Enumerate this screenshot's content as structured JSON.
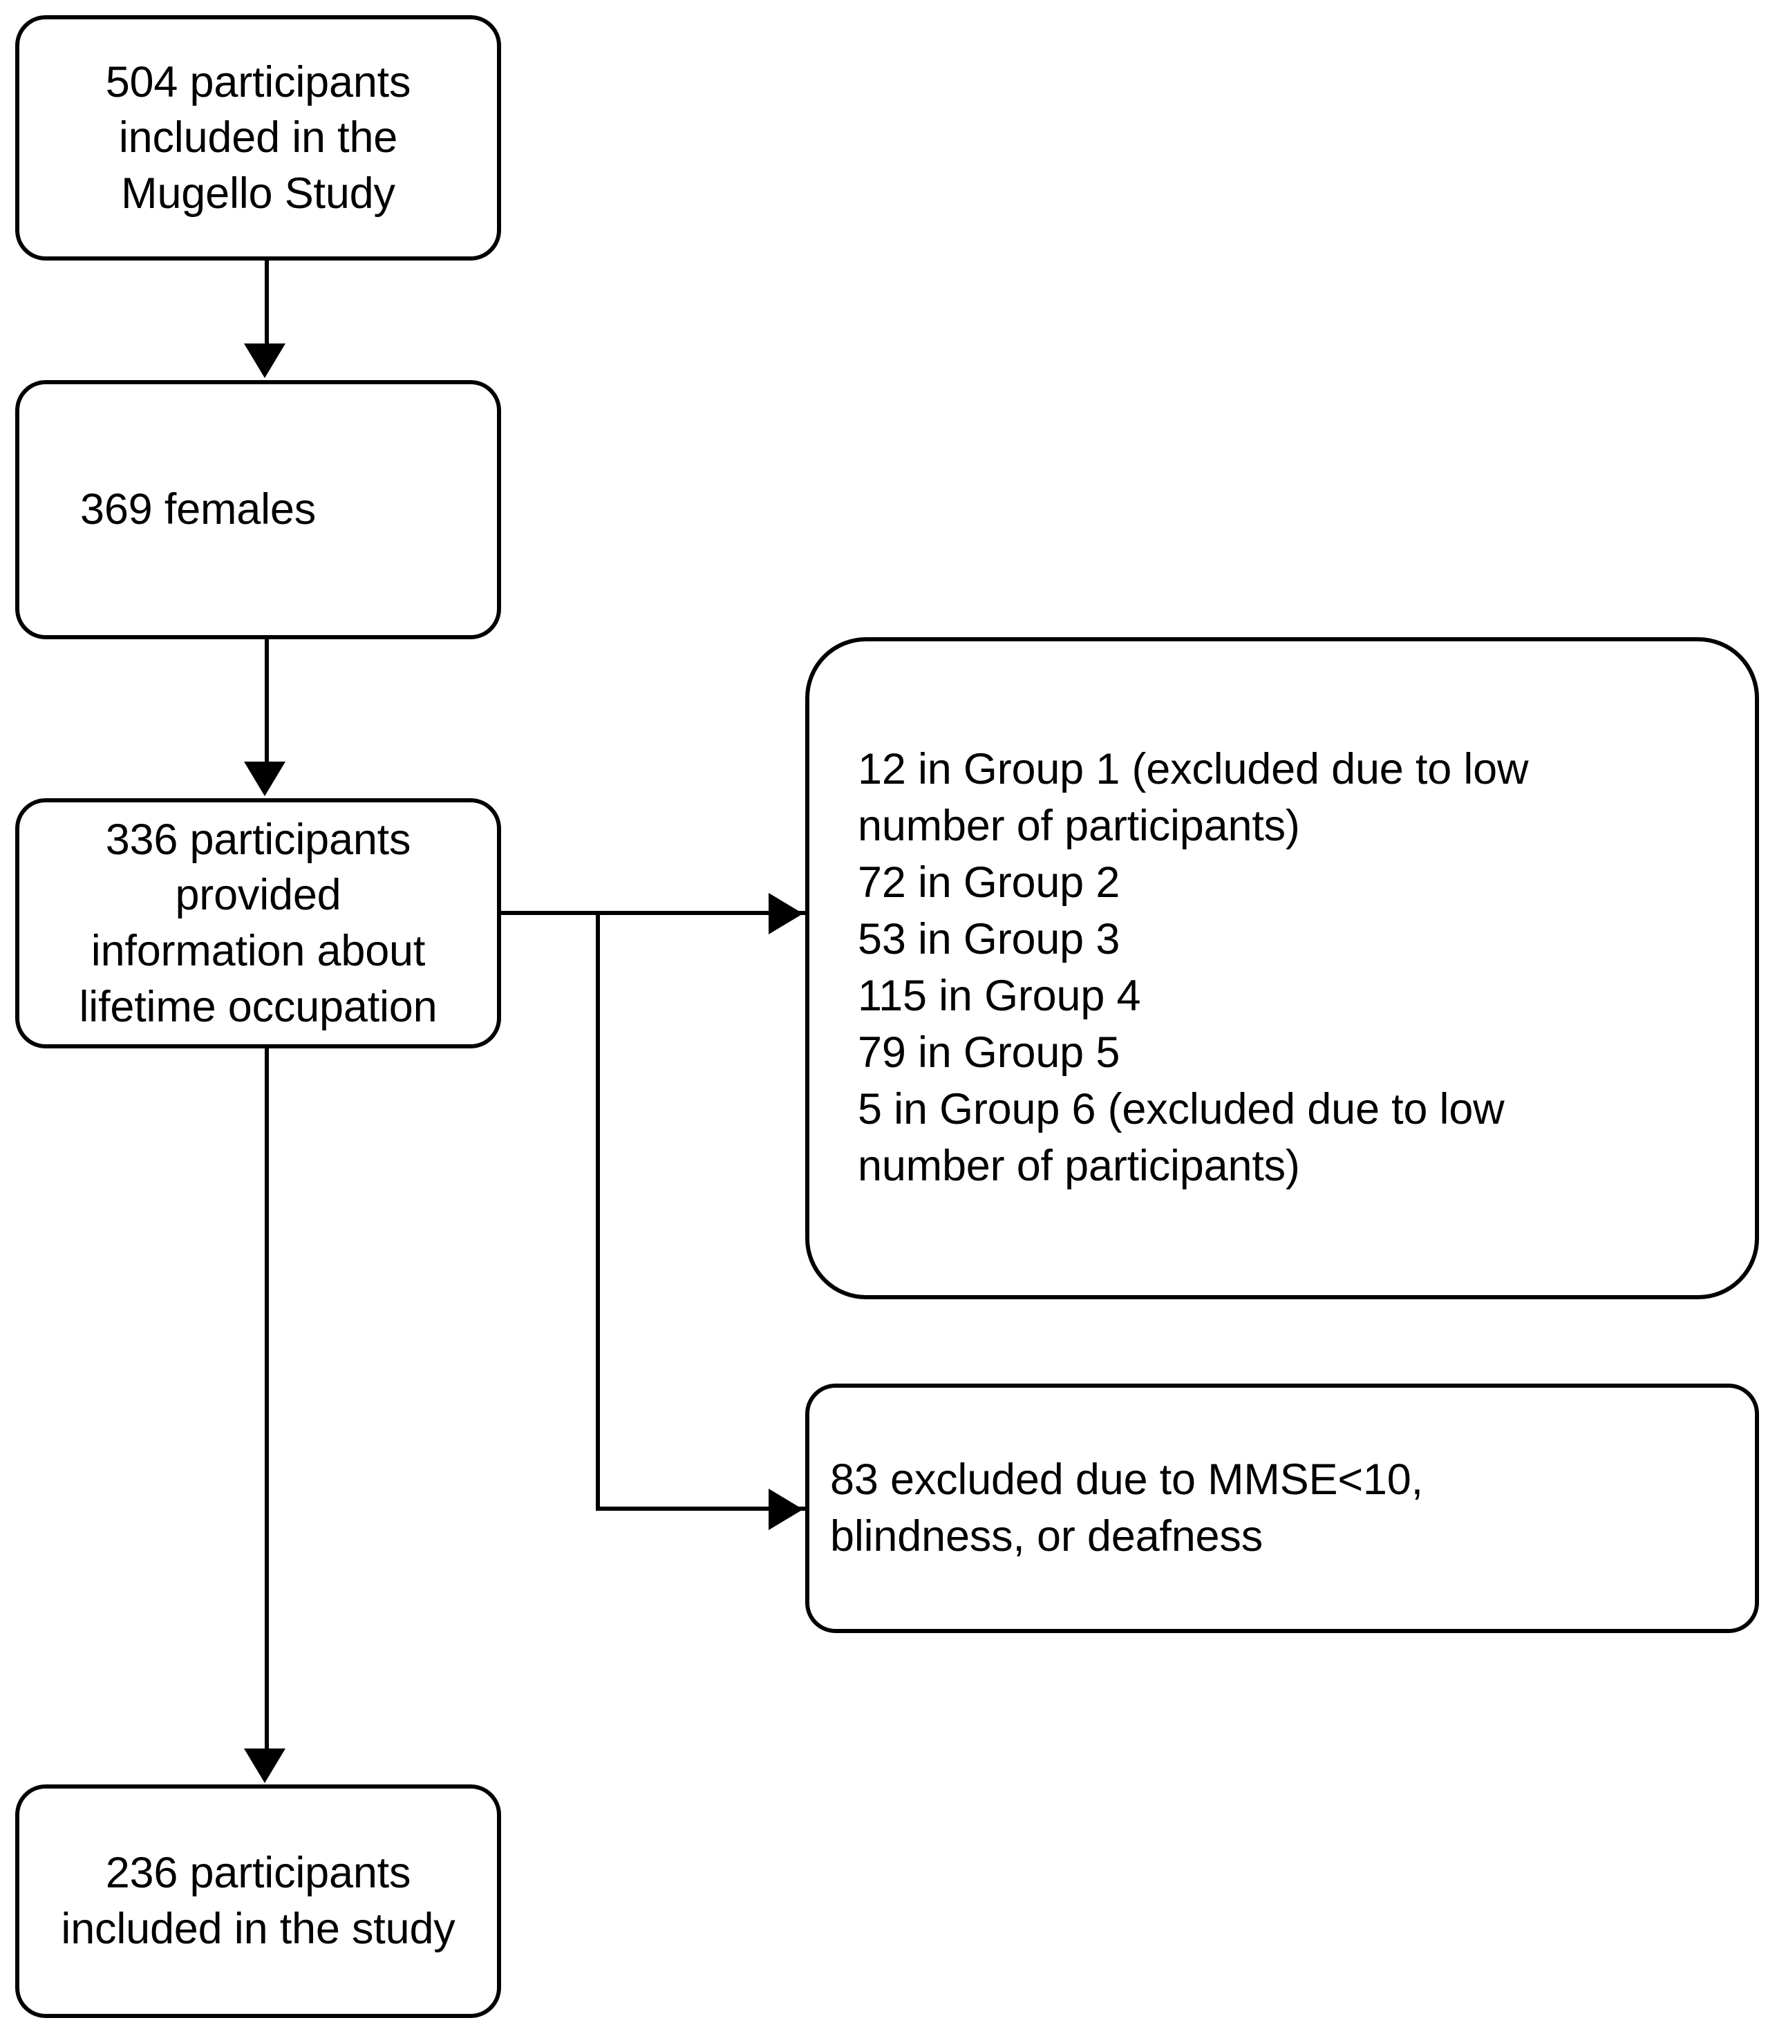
{
  "diagram": {
    "title": "Participant flow diagram",
    "line_color": "#000000",
    "box_fill": "#ffffff",
    "text_color": "#000000"
  },
  "nodes": {
    "enrolled": {
      "id": "enrolled",
      "text": "504 participants\ninvaluded in the\nMugello Study",
      "text_clean": "504 participants\nincluded in the\nMugello Study",
      "count": 504
    },
    "females": {
      "id": "females",
      "text": "369 females",
      "count": 369
    },
    "occupation": {
      "id": "occupation",
      "text": "336 participants\nprovided\ninformation about\nlifetime occupation",
      "count": 336
    },
    "groups": {
      "id": "groups",
      "text": "12 in Group 1 (excluded due to low\nnumber of participants)\n72 in Group 2\n53 in Group 3\n115 in Group 4\n79 in Group 5\n5 in Group 6 (excluded due to low\nnumber of participants)",
      "items": [
        {
          "count": 12,
          "group": "Group 1",
          "label": "12 in Group 1 (excluded due to low number of participants)",
          "excluded": true,
          "reason": "excluded due to low number of participants"
        },
        {
          "count": 72,
          "group": "Group 2",
          "label": "72 in Group 2",
          "excluded": false,
          "reason": ""
        },
        {
          "count": 53,
          "group": "Group 3",
          "label": "53 in Group 3",
          "excluded": false,
          "reason": ""
        },
        {
          "count": 115,
          "group": "Group 4",
          "label": "115 in Group 4",
          "excluded": false,
          "reason": ""
        },
        {
          "count": 79,
          "group": "Group 5",
          "label": "79 in Group 5",
          "excluded": false,
          "reason": ""
        },
        {
          "count": 5,
          "group": "Group 6",
          "label": "5 in Group 6 (excluded due to low number of participants)",
          "excluded": true,
          "reason": "excluded due to low number of participants"
        }
      ]
    },
    "excluded": {
      "id": "excluded",
      "text": "83 excluded due to MMSE<10,\nblindness, or deafness",
      "count": 83,
      "criteria": "MMSE<10, blindness, or deafness"
    },
    "included": {
      "id": "included",
      "text": "236 participants\nincluded in the study",
      "count": 236
    }
  },
  "edges": [
    {
      "from": "enrolled",
      "to": "females",
      "direction": "down"
    },
    {
      "from": "females",
      "to": "occupation",
      "direction": "down"
    },
    {
      "from": "occupation",
      "to": "included",
      "direction": "down"
    },
    {
      "from": "occupation",
      "to": "groups",
      "direction": "right"
    },
    {
      "from": "occupation",
      "to": "excluded",
      "direction": "right"
    }
  ]
}
